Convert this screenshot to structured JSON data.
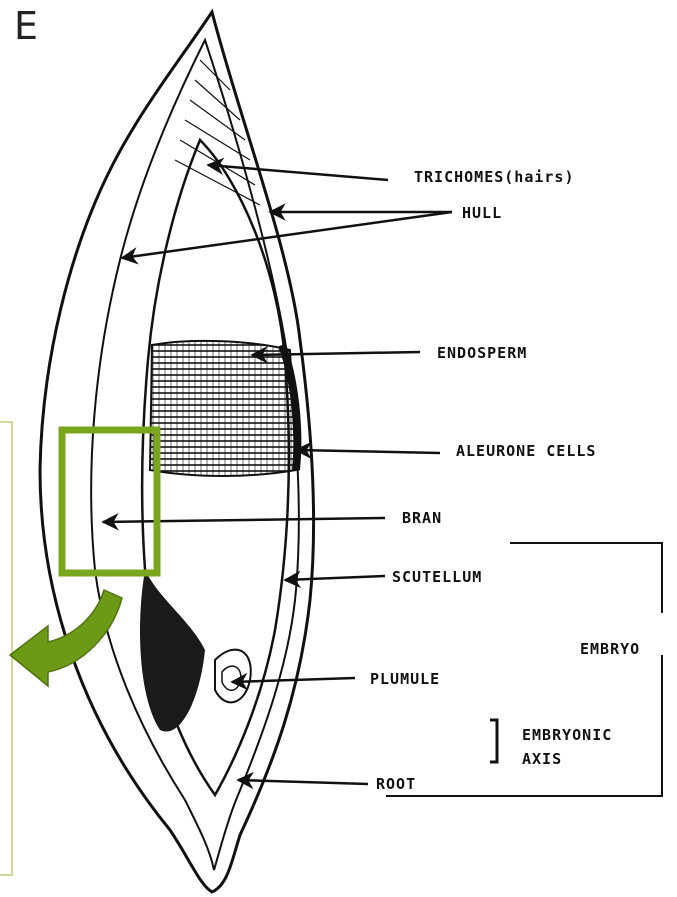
{
  "panel_letter": "E",
  "labels": {
    "trichomes": "TRICHOMES(hairs)",
    "hull": "HULL",
    "endosperm": "ENDOSPERM",
    "aleurone": "ALEURONE CELLS",
    "bran": "BRAN",
    "scutellum": "SCUTELLUM",
    "embryo": "EMBRYO",
    "plumule": "PLUMULE",
    "embryonic_axis_line1": "EMBRYONIC",
    "embryonic_axis_line2": "AXIS",
    "root": "ROOT"
  },
  "highlight": {
    "color": "#7aa61e",
    "arrow_color": "#6c9a16",
    "box_border": "#c8cc7a"
  }
}
